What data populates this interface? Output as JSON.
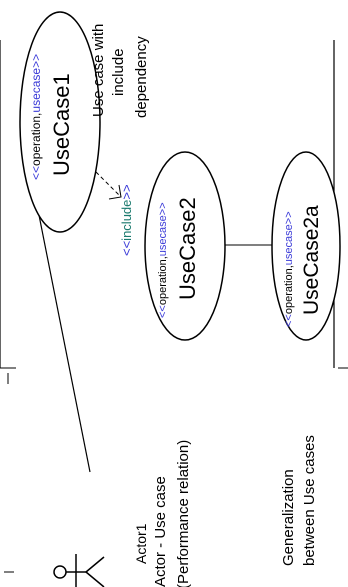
{
  "colors": {
    "stereotype_bracket": "#3b3bd8",
    "include_keyword": "#1a7a6e",
    "line": "#000000"
  },
  "use_cases": [
    {
      "id": "uc1",
      "stereo_lt": "<<",
      "stereo_word": "operation,",
      "stereo_kw": "usecase",
      "stereo_gt": ">>",
      "name": "UseCase1"
    },
    {
      "id": "uc2",
      "stereo_lt": "<<",
      "stereo_word": "operation,",
      "stereo_kw": "usecase",
      "stereo_gt": ">>",
      "name": "UseCase2"
    },
    {
      "id": "uc2a",
      "stereo_lt": "<<",
      "stereo_word": "operation,",
      "stereo_kw": "usecase",
      "stereo_gt": ">>",
      "name": "UseCase2a"
    }
  ],
  "include_dependency": {
    "lt": "<<",
    "keyword": "include",
    "gt": ">>"
  },
  "actor": {
    "name": "Actor1",
    "icon": "stick-figure-icon"
  },
  "notes": {
    "include_note": [
      "Use case with",
      "include",
      "dependency"
    ],
    "actor_note": [
      "Actor - Use case",
      "(Performance relation)"
    ],
    "generalization_note": [
      "Generalization",
      "between Use cases"
    ]
  }
}
